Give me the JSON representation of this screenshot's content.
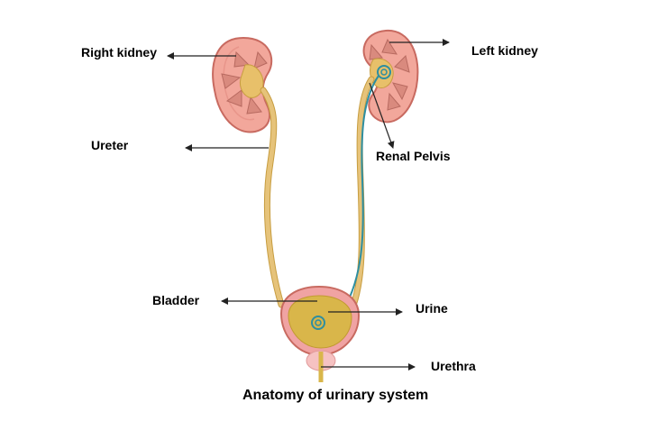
{
  "labels": {
    "right_kidney": "Right kidney",
    "left_kidney": "Left kidney",
    "ureter": "Ureter",
    "renal_pelvis": "Renal Pelvis",
    "bladder": "Bladder",
    "urine": "Urine",
    "urethra": "Urethra"
  },
  "caption": "Anatomy of urinary system",
  "colors": {
    "kidney_cortex": "#f2a79b",
    "kidney_outline": "#c86a60",
    "pyramid": "#d98a7e",
    "pelvis": "#e8c06a",
    "ureter": "#e6c37a",
    "catheter": "#2e8ea0",
    "bladder_wall": "#f0a3a3",
    "urine": "#d9b64a",
    "arrow": "#222222"
  }
}
